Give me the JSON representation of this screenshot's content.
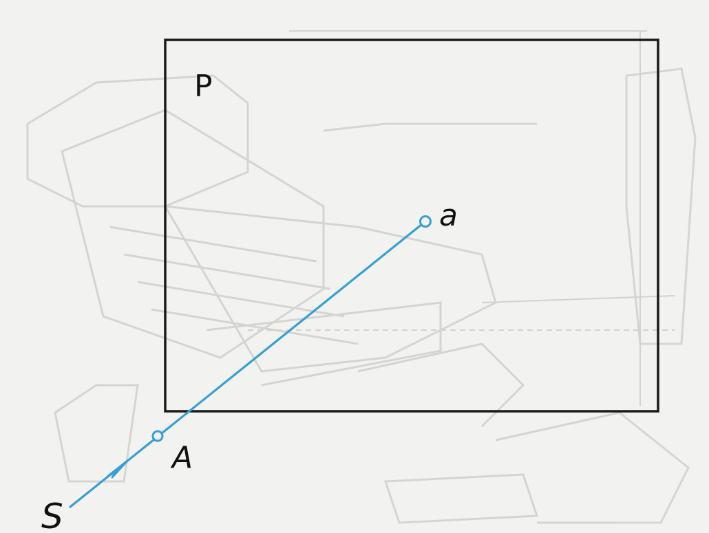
{
  "labels": {
    "plane": "P",
    "point_projection": "a",
    "point_object": "A",
    "source": "S"
  },
  "colors": {
    "background": "#f2f2f0",
    "plane_border": "#1a1a1a",
    "ray": "#3a9fd0",
    "label": "#111111",
    "faded_background": "#c9c9c6"
  }
}
